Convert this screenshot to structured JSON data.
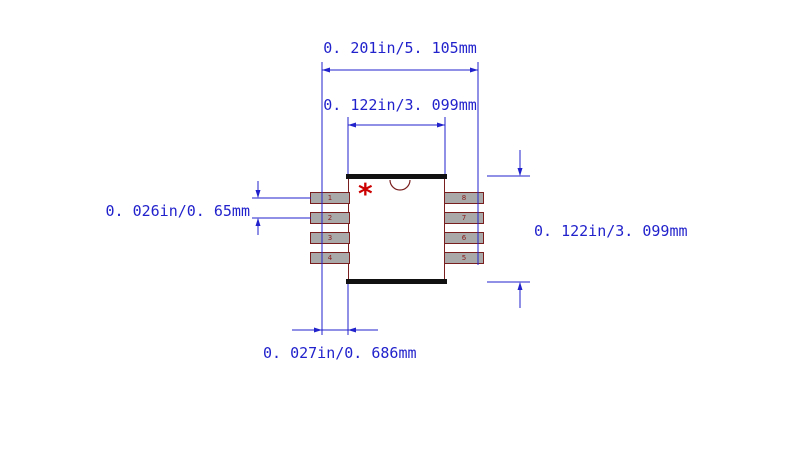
{
  "colors": {
    "dim-blue": "#2222cc",
    "pin-gray": "#a9a9a9",
    "outline-maroon": "#7a1f1f",
    "marker-red": "#cc0000",
    "edge-black": "#111111",
    "pin-num-red": "#8b1a1a"
  },
  "dimensions": {
    "top_width": "0. 201in/5. 105mm",
    "body_width": "0. 122in/3. 099mm",
    "pin_pitch": "0. 026in/0. 65mm",
    "body_height": "0. 122in/3. 099mm",
    "pad_length": "0. 027in/0. 686mm"
  },
  "package": {
    "pin1_marker": "*",
    "pins_left": [
      "1",
      "2",
      "3",
      "4"
    ],
    "pins_right": [
      "8",
      "7",
      "6",
      "5"
    ]
  }
}
